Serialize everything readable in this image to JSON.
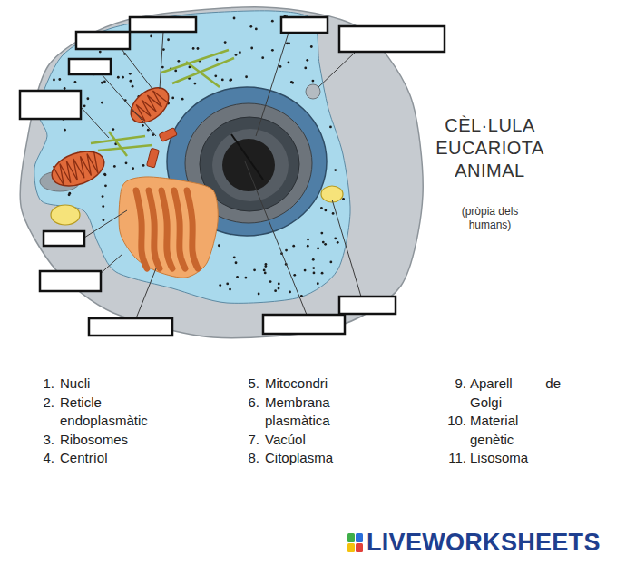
{
  "diagram": {
    "title": "CÈL·LULA EUCARIOTA ANIMAL",
    "caption": "(pròpia dels humans)",
    "labels": [
      "1.",
      "Nucli",
      "2.",
      "Reticle endoplasmàtic",
      "3.",
      "Ribosomes",
      "4.",
      "Centríol",
      "5.",
      "Mitocondri",
      "6.",
      "Membrana plasmàtica",
      "7.",
      "Vacúol",
      "8.",
      "Citoplasma",
      "9.",
      "Aparell de Golgi",
      "10.",
      "Material genètic",
      "11.",
      "Lisosoma",
      "LIVEWORKSHEETS"
    ]
  }
}
